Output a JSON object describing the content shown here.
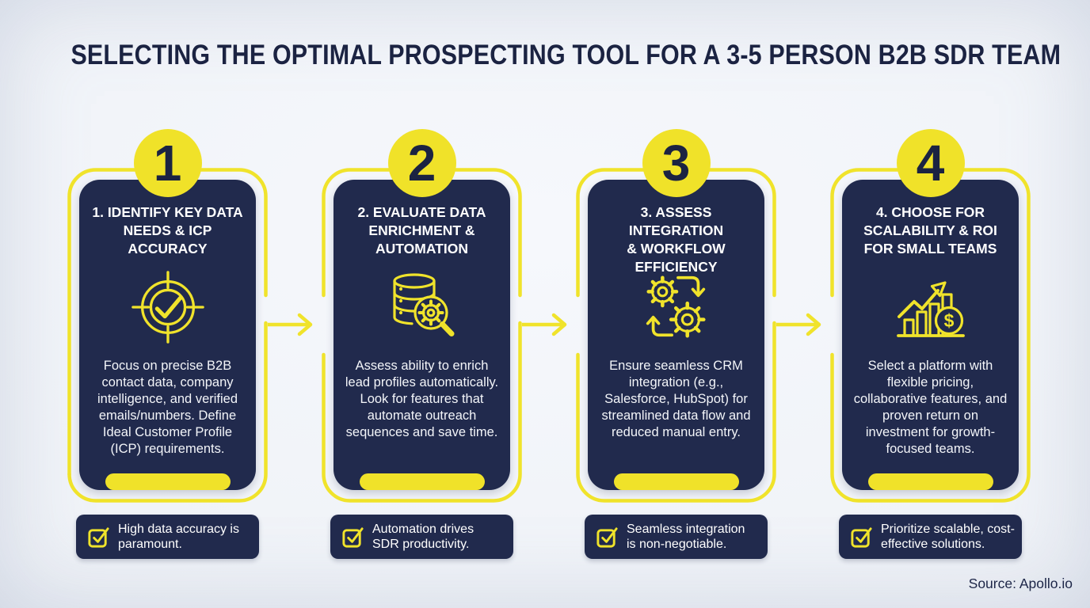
{
  "header": {
    "title": "SELECTING THE OPTIMAL PROSPECTING TOOL FOR A 3-5 PERSON B2B SDR TEAM"
  },
  "footer": {
    "source": "Source: Apollo.io"
  },
  "colors": {
    "navy": "#212A4D",
    "yellow": "#F0E229",
    "background": "#EFF2F7",
    "title_text": "#1B2342",
    "body_text": "#FFFFFF"
  },
  "steps": [
    {
      "number": "1",
      "title_lines": [
        "1. IDENTIFY KEY DATA",
        "NEEDS & ICP",
        "ACCURACY"
      ],
      "icon": "target-check-icon",
      "description": "Focus on precise B2B contact data, company intelligence, and verified emails/numbers. Define Ideal Customer Profile (ICP) requirements.",
      "key_point_lines": [
        "High data accuracy is",
        "paramount."
      ]
    },
    {
      "number": "2",
      "title_lines": [
        "2. EVALUATE DATA",
        "ENRICHMENT &",
        "AUTOMATION"
      ],
      "icon": "database-magnifier-gear-icon",
      "description": "Assess ability to enrich lead profiles automatically. Look for features that automate outreach sequences and save time.",
      "key_point_lines": [
        "Automation drives",
        "SDR productivity."
      ]
    },
    {
      "number": "3",
      "title_lines": [
        "3. ASSESS INTEGRATION",
        "& WORKFLOW",
        "EFFICIENCY"
      ],
      "icon": "sync-gears-icon",
      "description": "Ensure seamless CRM integration (e.g., Salesforce, HubSpot) for streamlined data flow and reduced manual entry.",
      "key_point_lines": [
        "Seamless integration",
        "is non-negotiable."
      ]
    },
    {
      "number": "4",
      "title_lines": [
        "4. CHOOSE FOR",
        "SCALABILITY & ROI",
        "FOR SMALL TEAMS"
      ],
      "icon": "growth-chart-dollar-icon",
      "description": "Select a platform with flexible pricing, collaborative features, and proven return on investment for growth-focused teams.",
      "key_point_lines": [
        "Prioritize scalable, cost-",
        "effective solutions."
      ]
    }
  ]
}
